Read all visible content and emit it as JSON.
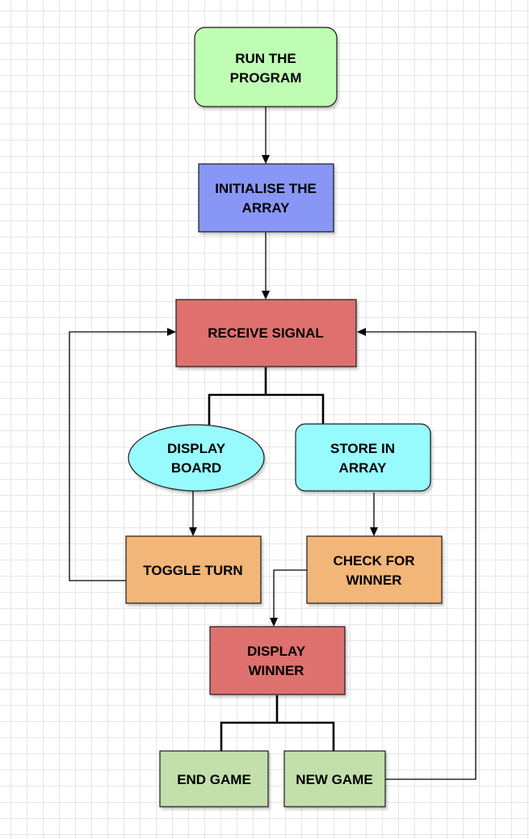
{
  "diagram": {
    "nodes": {
      "run": {
        "label": [
          "RUN THE",
          "PROGRAM"
        ],
        "color": "#c0fdb4"
      },
      "init": {
        "label": [
          "INITIALISE THE",
          "ARRAY"
        ],
        "color": "#8897f6"
      },
      "receive": {
        "label": [
          "RECEIVE SIGNAL"
        ],
        "color": "#de716d"
      },
      "display_board": {
        "label": [
          "DISPLAY",
          "BOARD"
        ],
        "color": "#97fbfe"
      },
      "store": {
        "label": [
          "STORE IN",
          "ARRAY"
        ],
        "color": "#97fbfe"
      },
      "toggle": {
        "label": [
          "TOGGLE TURN"
        ],
        "color": "#f2b678"
      },
      "check": {
        "label": [
          "CHECK FOR",
          "WINNER"
        ],
        "color": "#f2b678"
      },
      "display_winner": {
        "label": [
          "DISPLAY",
          "WINNER"
        ],
        "color": "#de716d"
      },
      "end_game": {
        "label": [
          "END GAME"
        ],
        "color": "#c3dfab"
      },
      "new_game": {
        "label": [
          "NEW GAME"
        ],
        "color": "#c3dfab"
      }
    },
    "edges": [
      {
        "from": "run",
        "to": "init"
      },
      {
        "from": "init",
        "to": "receive"
      },
      {
        "from": "receive",
        "to": "display_board"
      },
      {
        "from": "receive",
        "to": "store"
      },
      {
        "from": "display_board",
        "to": "toggle"
      },
      {
        "from": "store",
        "to": "check"
      },
      {
        "from": "toggle",
        "to": "receive"
      },
      {
        "from": "check",
        "to": "display_winner"
      },
      {
        "from": "display_winner",
        "to": "end_game"
      },
      {
        "from": "display_winner",
        "to": "new_game"
      },
      {
        "from": "new_game",
        "to": "receive"
      }
    ]
  }
}
